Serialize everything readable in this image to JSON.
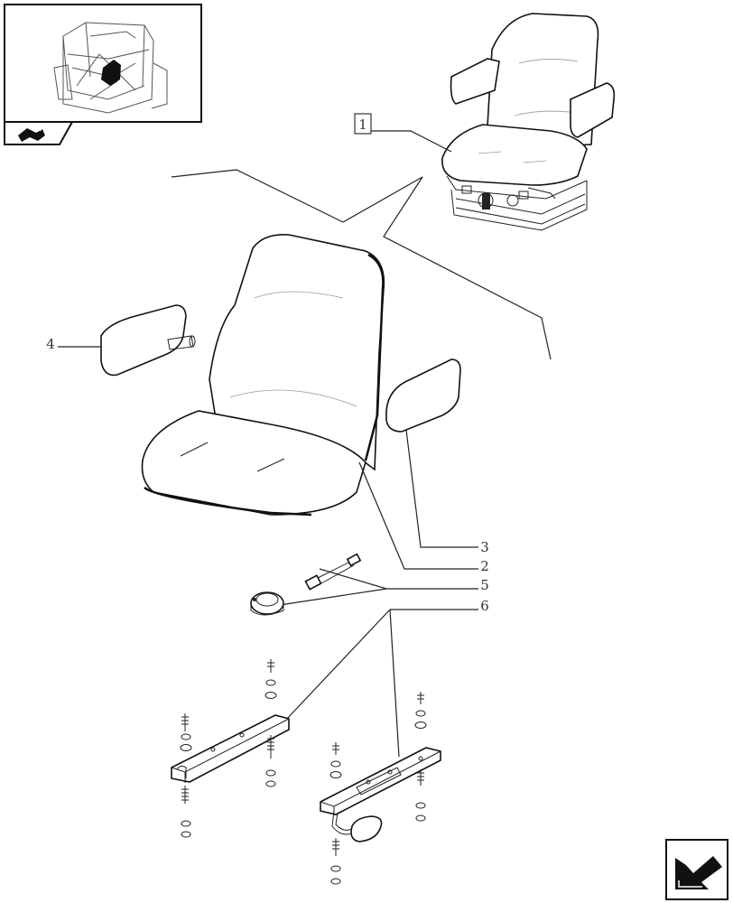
{
  "callouts": {
    "seat_assembly": "1",
    "seat_cushion": "2",
    "armrest_right": "3",
    "armrest_left": "4",
    "harness": "5",
    "switch": "6"
  },
  "icons": {
    "thumbnail": "tractor-cab-thumbnail-icon",
    "thumbnail_nav": "book-arrow-icon",
    "next_page": "next-page-arrow-icon"
  }
}
